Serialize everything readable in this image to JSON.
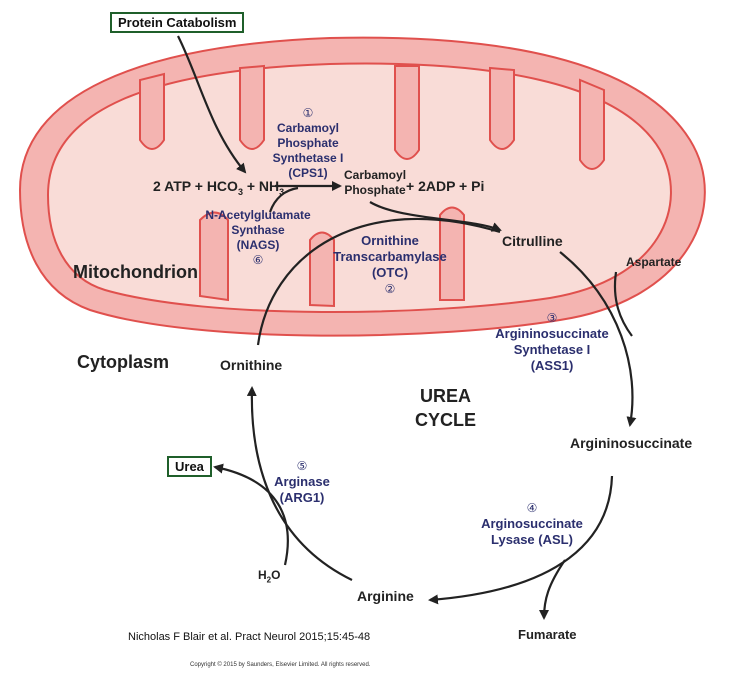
{
  "boxes": {
    "protein_catabolism": "Protein Catabolism",
    "urea": "Urea"
  },
  "compartments": {
    "mitochondrion": "Mitochondrion",
    "cytoplasm": "Cytoplasm"
  },
  "cycle_title": [
    "UREA",
    "CYCLE"
  ],
  "reaction": {
    "substrates_a": "2 ATP + HCO",
    "sub3": "3",
    "substrates_b": " + NH",
    "sub3b": "3",
    "product_line1": "Carbamoyl",
    "product_line2": "Phosphate",
    "byproducts": "+ 2ADP + Pi"
  },
  "metabolites": {
    "citrulline": "Citrulline",
    "aspartate": "Aspartate",
    "argininosuccinate": "Argininosuccinate",
    "fumarate": "Fumarate",
    "arginine": "Arginine",
    "ornithine": "Ornithine",
    "water_h": "H",
    "water_2": "2",
    "water_o": "O"
  },
  "enzymes": {
    "cps1": {
      "num": "①",
      "lines": [
        "Carbamoyl",
        "Phosphate",
        "Synthetase I",
        "(CPS1)"
      ]
    },
    "nags": {
      "num": "⑥",
      "lines": [
        "N-Acetylglutamate",
        "Synthase",
        "(NAGS)"
      ]
    },
    "otc": {
      "num": "②",
      "lines": [
        "Ornithine",
        "Transcarbamylase",
        "(OTC)"
      ]
    },
    "ass1": {
      "num": "③",
      "lines": [
        "Argininosuccinate",
        "Synthetase I",
        "(ASS1)"
      ]
    },
    "asl": {
      "num": "④",
      "lines": [
        "Arginosuccinate",
        "Lysase (ASL)"
      ]
    },
    "arg1": {
      "num": "⑤",
      "lines": [
        "Arginase",
        "(ARG1)"
      ]
    }
  },
  "citation": "Nicholas F Blair et al. Pract Neurol 2015;15:45-48",
  "copyright": "Copyright © 2015 by Saunders, Elsevier Limited. All rights reserved.",
  "colors": {
    "membrane_fill": "#f4b4b1",
    "membrane_stroke": "#e0504d",
    "matrix_fill": "#f9dcd7",
    "enzyme_text": "#2b2f6e",
    "box_border": "#1f5f2a"
  }
}
